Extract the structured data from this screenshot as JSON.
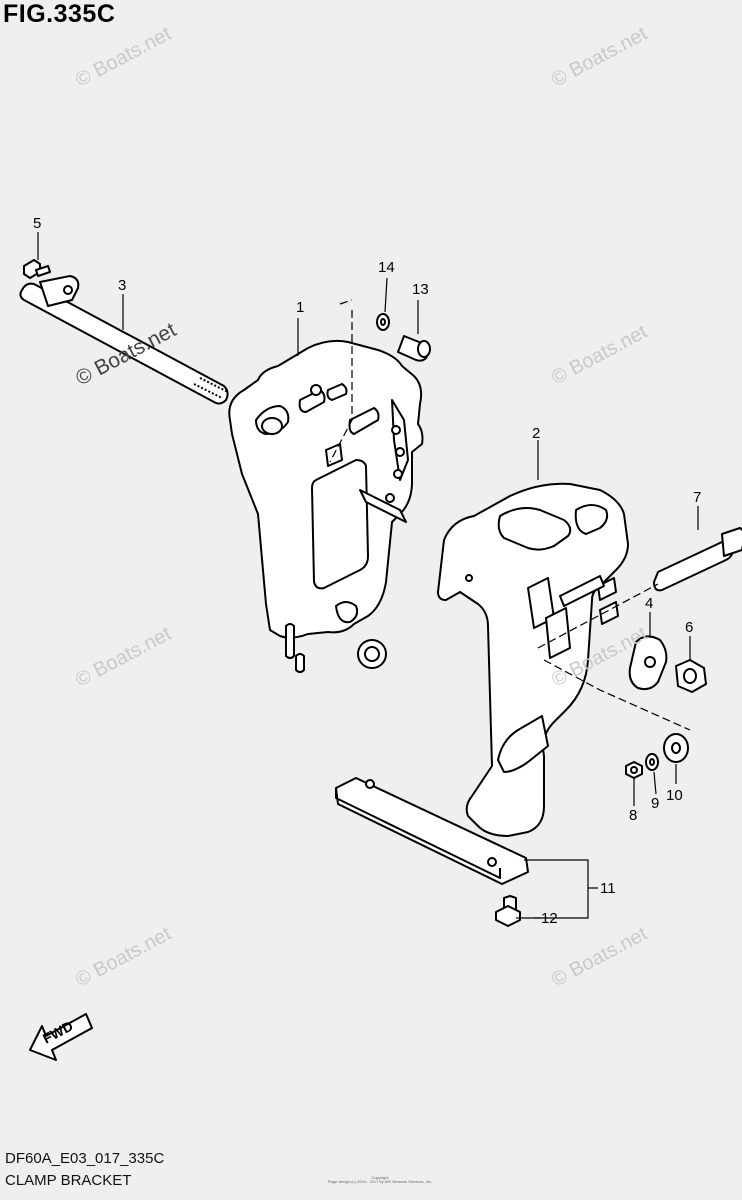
{
  "figure_title": "FIG.335C",
  "diagram_code": "DF60A_E03_017_335C",
  "caption": "CLAMP BRACKET",
  "copyright_line1": "Copyright",
  "copyright_line2": "Page design (c) 2004 - 2017 by ARI Network Services, Inc.",
  "watermark": "© Boats.net",
  "fwd_label": "FWD",
  "callouts": [
    "1",
    "2",
    "3",
    "4",
    "5",
    "6",
    "7",
    "8",
    "9",
    "10",
    "11",
    "12",
    "13",
    "14"
  ]
}
